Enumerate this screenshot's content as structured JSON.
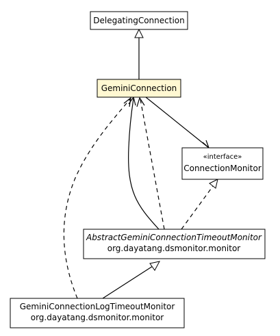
{
  "nodes": {
    "delegating": {
      "line1": "DelegatingConnection"
    },
    "gemini": {
      "line1": "GeminiConnection"
    },
    "monitor": {
      "stereotype": "«interface»",
      "line1": "ConnectionMonitor"
    },
    "abstract": {
      "line1": "AbstractGeminiConnectionTimeoutMonitor",
      "line2": "org.dayatang.dsmonitor.monitor"
    },
    "logmonitor": {
      "line1": "GeminiConnectionLogTimeoutMonitor",
      "line2": "org.dayatang.dsmonitor.monitor"
    }
  },
  "colors": {
    "highlight": "#fff8d2",
    "border": "#000000"
  }
}
